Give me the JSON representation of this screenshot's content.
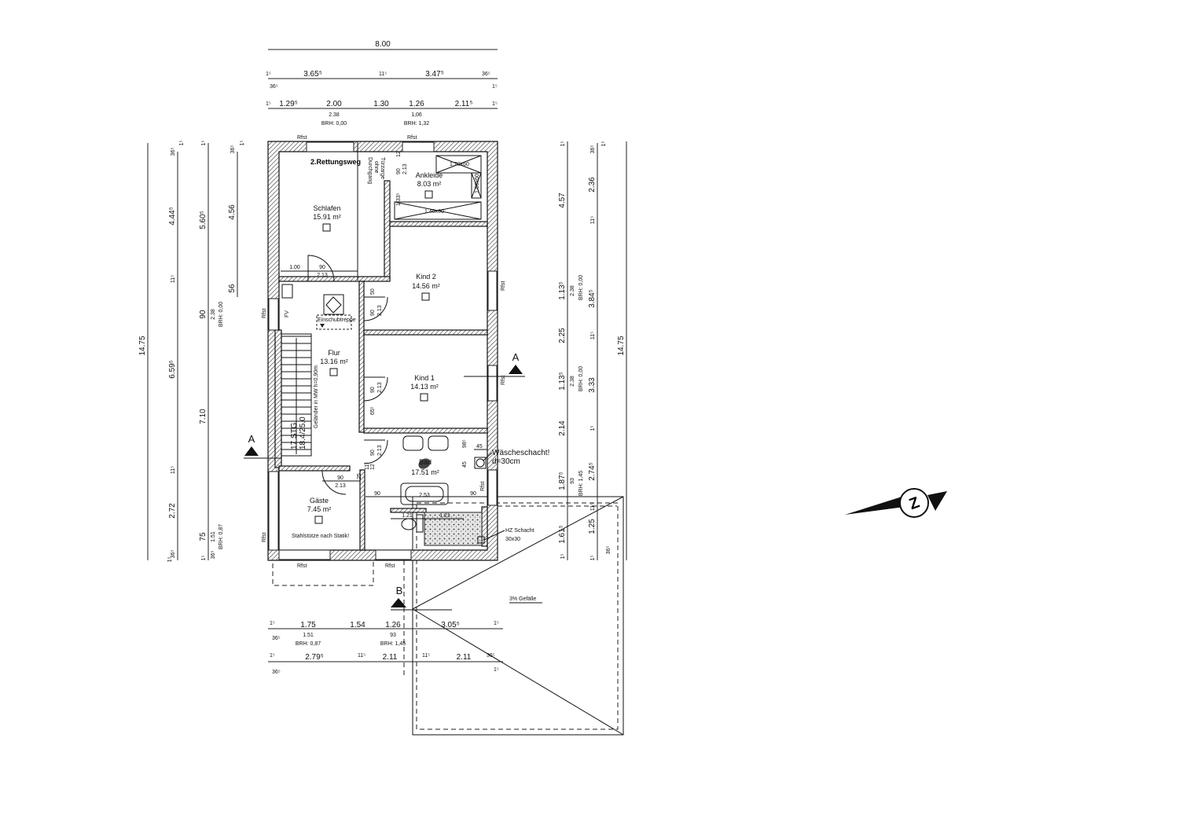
{
  "rooms": [
    {
      "name": "Schlafen",
      "area": "15.91 m²"
    },
    {
      "name": "Ankleide",
      "area": "8.03 m²"
    },
    {
      "name": "Kind 2",
      "area": "14.56 m²"
    },
    {
      "name": "Flur",
      "area": "13.16 m²"
    },
    {
      "name": "Kind 1",
      "area": "14.13 m²"
    },
    {
      "name": "Bad",
      "area": "17.51 m²"
    },
    {
      "name": "Gäste",
      "area": "7.45 m²"
    }
  ],
  "labels": {
    "escape_route": "2.Rettungsweg",
    "passage": [
      "Durchgang",
      "ohne",
      "Türzarge"
    ],
    "attic_stair": "Einschubtreppe",
    "stairs": "17 STG",
    "stair_ratio": "18.4/25.0",
    "railing": "Geländer in MW h=0,90m",
    "fv": "FV",
    "laundry_chute": "Wäscheschacht!",
    "laundry_chute_d": "d=30cm",
    "hz_shaft": "HZ Schacht",
    "hz_shaft_size": "30x30",
    "steel_column": "Stahlstütze nach Statik!",
    "slope": "3% Gefälle",
    "wardrobe_1": "1.70x60",
    "wardrobe_2": "1.00x60",
    "wardrobe_3": "1.40x60",
    "rfst": "Rfst",
    "section_a": "A",
    "section_b": "B"
  },
  "dims": {
    "top0": "8.00",
    "top1": [
      "1⁵",
      "3.65⁵",
      "11⁵",
      "3.47⁵",
      "36⁵",
      "36⁵",
      "1⁵"
    ],
    "top2": [
      "1⁵",
      "1.29⁵",
      "2.00",
      "1.30",
      "1.26",
      "2.11⁵",
      "1⁵",
      "2.38",
      "BRH: 0,00",
      "1,06",
      "BRH: 1,32"
    ],
    "left1": "14.75",
    "left2": [
      "36⁵",
      "1⁵",
      "4.44⁵",
      "11⁵",
      "6.59⁵",
      "11⁵",
      "2.72",
      "36⁵",
      "1⁵"
    ],
    "left3": [
      "1⁵",
      "5.60⁵",
      "90",
      "2.38",
      "BRH: 0,00",
      "7.10",
      "75",
      "1.51",
      "BRH: 0,87",
      "36⁵",
      "1⁵"
    ],
    "left4": [
      "36⁵",
      "1⁵",
      "4.56",
      "56"
    ],
    "right1": [
      "1⁵",
      "4.57",
      "1.13⁵",
      "2.38",
      "BRH: 0,00",
      "2.25",
      "1.13⁵",
      "2.38",
      "BRH: 0,00",
      "2.14",
      "1.87⁵",
      "93",
      "BRH: 1,45",
      "1.61⁵",
      "1⁵"
    ],
    "right2": [
      "36⁵",
      "1⁵",
      "2.36",
      "11⁵",
      "3.84⁵",
      "11⁵",
      "3.33",
      "1⁵",
      "2.74⁵",
      "11⁵",
      "1.25",
      "36⁵",
      "1⁵"
    ],
    "right3": "14.75",
    "bot1": [
      "1⁵",
      "1.75",
      "1.54",
      "1.26",
      "3.05⁵",
      "1⁵",
      "36⁵",
      "1.51",
      "BRH: 0,87",
      "93",
      "BRH: 1,45"
    ],
    "bot2": [
      "1⁵",
      "2.79⁵",
      "11⁵",
      "2.11",
      "11⁵",
      "2.11",
      "36⁵",
      "36⁵",
      "1⁵"
    ],
    "inner": [
      "1.00",
      "90",
      "2.13",
      "90",
      "2.13",
      "50",
      "90",
      "2.13",
      "90",
      "2.13",
      "90",
      "2.13",
      "1.33⁵",
      "12",
      "90",
      "2.13",
      "2.53",
      "90",
      "90",
      "1.21",
      "1.21",
      "45",
      "45",
      "98⁵",
      "25",
      "11⁵",
      "12",
      "65⁵"
    ]
  }
}
